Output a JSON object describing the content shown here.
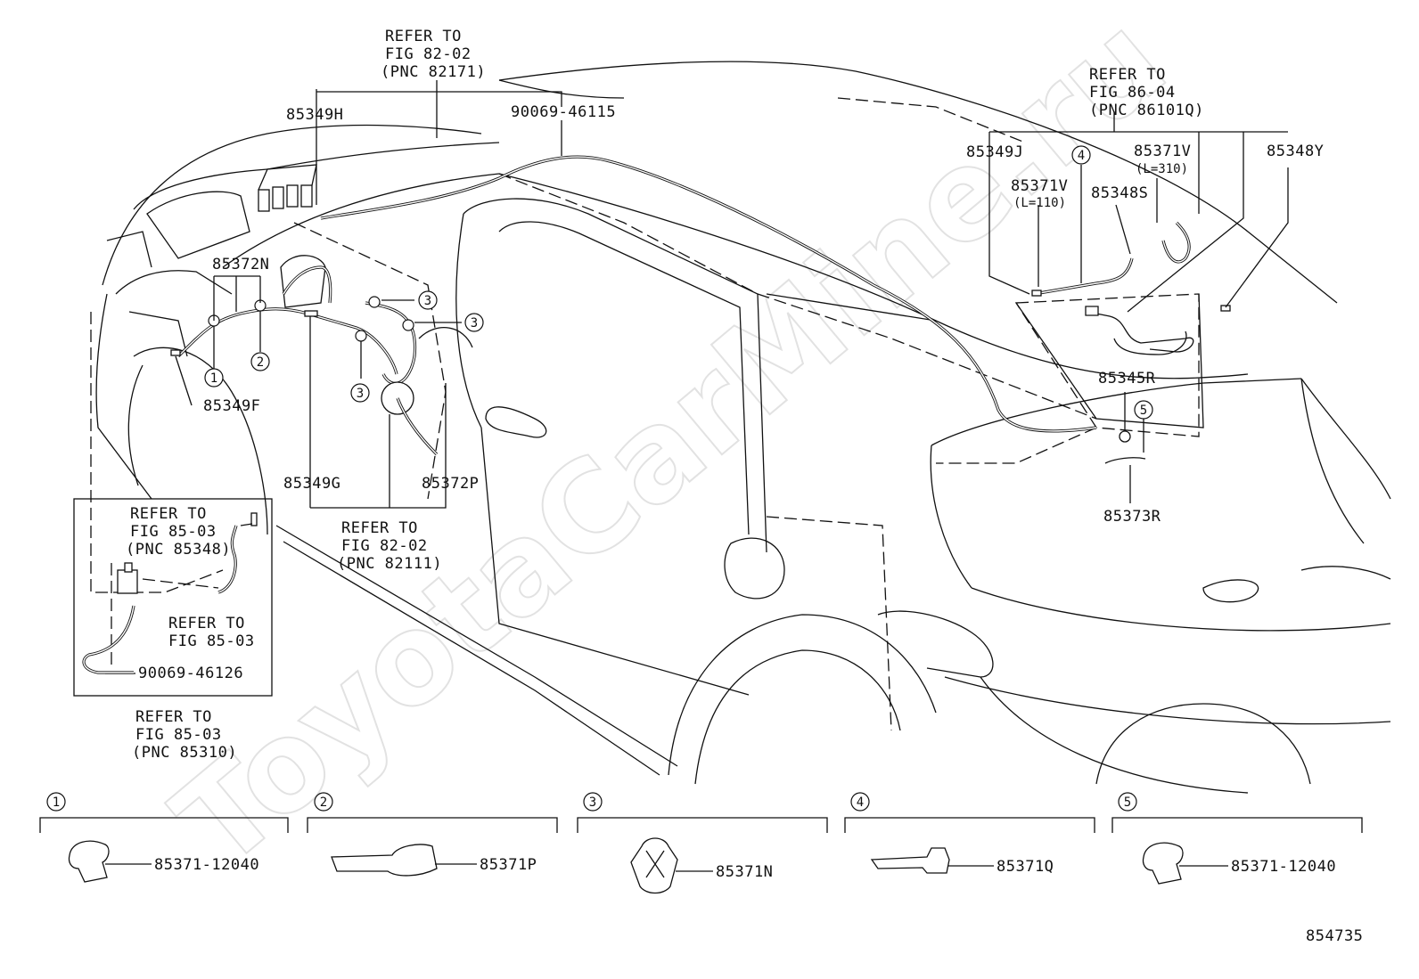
{
  "watermark": "ToyotaCarMine.ru",
  "diagram_id": "854735",
  "refs": {
    "top": [
      "REFER TO",
      "FIG 82-02",
      "(PNC 82171)"
    ],
    "right": [
      "REFER TO",
      "FIG 86-04",
      "(PNC 86101Q)"
    ],
    "bottom_mid": [
      "REFER TO",
      "FIG 82-02",
      "(PNC 82111)"
    ],
    "inset_top": [
      "REFER TO",
      "FIG 85-03",
      "(PNC 85348)"
    ],
    "inset_mid": [
      "REFER TO",
      "FIG 85-03"
    ],
    "inset_bottom": [
      "REFER TO",
      "FIG 85-03",
      "(PNC 85310)"
    ]
  },
  "parts": {
    "p85349H": "85349H",
    "p90069_46115": "90069-46115",
    "p85349J": "85349J",
    "p85371V_a": "85371V",
    "p85371V_a_len": "(L=110)",
    "p85371V_b": "85371V",
    "p85371V_b_len": "(L=310)",
    "p85348S": "85348S",
    "p85348Y": "85348Y",
    "p85372N": "85372N",
    "p85349F": "85349F",
    "p85349G": "85349G",
    "p85372P": "85372P",
    "p85345R": "85345R",
    "p85373R": "85373R",
    "p90069_46126": "90069-46126"
  },
  "callouts": [
    "1",
    "2",
    "3",
    "4",
    "5"
  ],
  "details": [
    {
      "num": "1",
      "part": "85371-12040"
    },
    {
      "num": "2",
      "part": "85371P"
    },
    {
      "num": "3",
      "part": "85371N"
    },
    {
      "num": "4",
      "part": "85371Q"
    },
    {
      "num": "5",
      "part": "85371-12040"
    }
  ]
}
